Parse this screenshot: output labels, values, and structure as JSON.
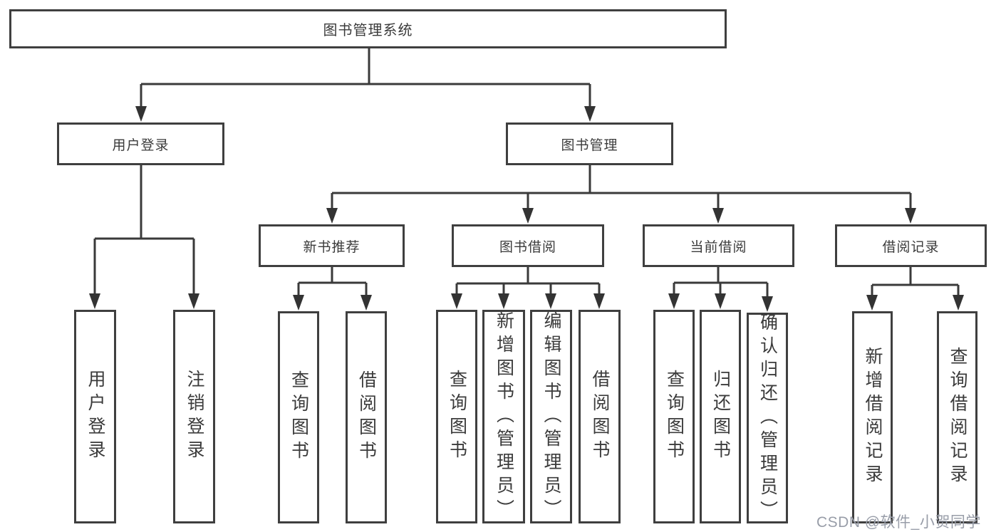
{
  "diagram_title": "图书管理系统",
  "watermark": {
    "text": "CSDN @软件_小贺同学"
  },
  "colors": {
    "background": "#ffffff",
    "box_border": "#3f3f3f",
    "line": "#3a3a3a",
    "arrow_fill": "#333333",
    "text": "#3b3b3b",
    "watermark": "#989da8"
  },
  "tree": {
    "label": "图书管理系统",
    "children": [
      {
        "label": "用户登录",
        "children": [
          {
            "label": "用户登录"
          },
          {
            "label": "注销登录"
          }
        ]
      },
      {
        "label": "图书管理",
        "children": [
          {
            "label": "新书推荐",
            "children": [
              {
                "label": "查询图书"
              },
              {
                "label": "借阅图书"
              }
            ]
          },
          {
            "label": "图书借阅",
            "children": [
              {
                "label": "查询图书"
              },
              {
                "label": "新增图书（管理员）"
              },
              {
                "label": "编辑图书（管理员）"
              },
              {
                "label": "借阅图书"
              }
            ]
          },
          {
            "label": "当前借阅",
            "children": [
              {
                "label": "查询图书"
              },
              {
                "label": "归还图书"
              },
              {
                "label": "确认归还（管理员）"
              }
            ]
          },
          {
            "label": "借阅记录",
            "children": [
              {
                "label": "新增借阅记录"
              },
              {
                "label": "查询借阅记录"
              }
            ]
          }
        ]
      }
    ]
  }
}
